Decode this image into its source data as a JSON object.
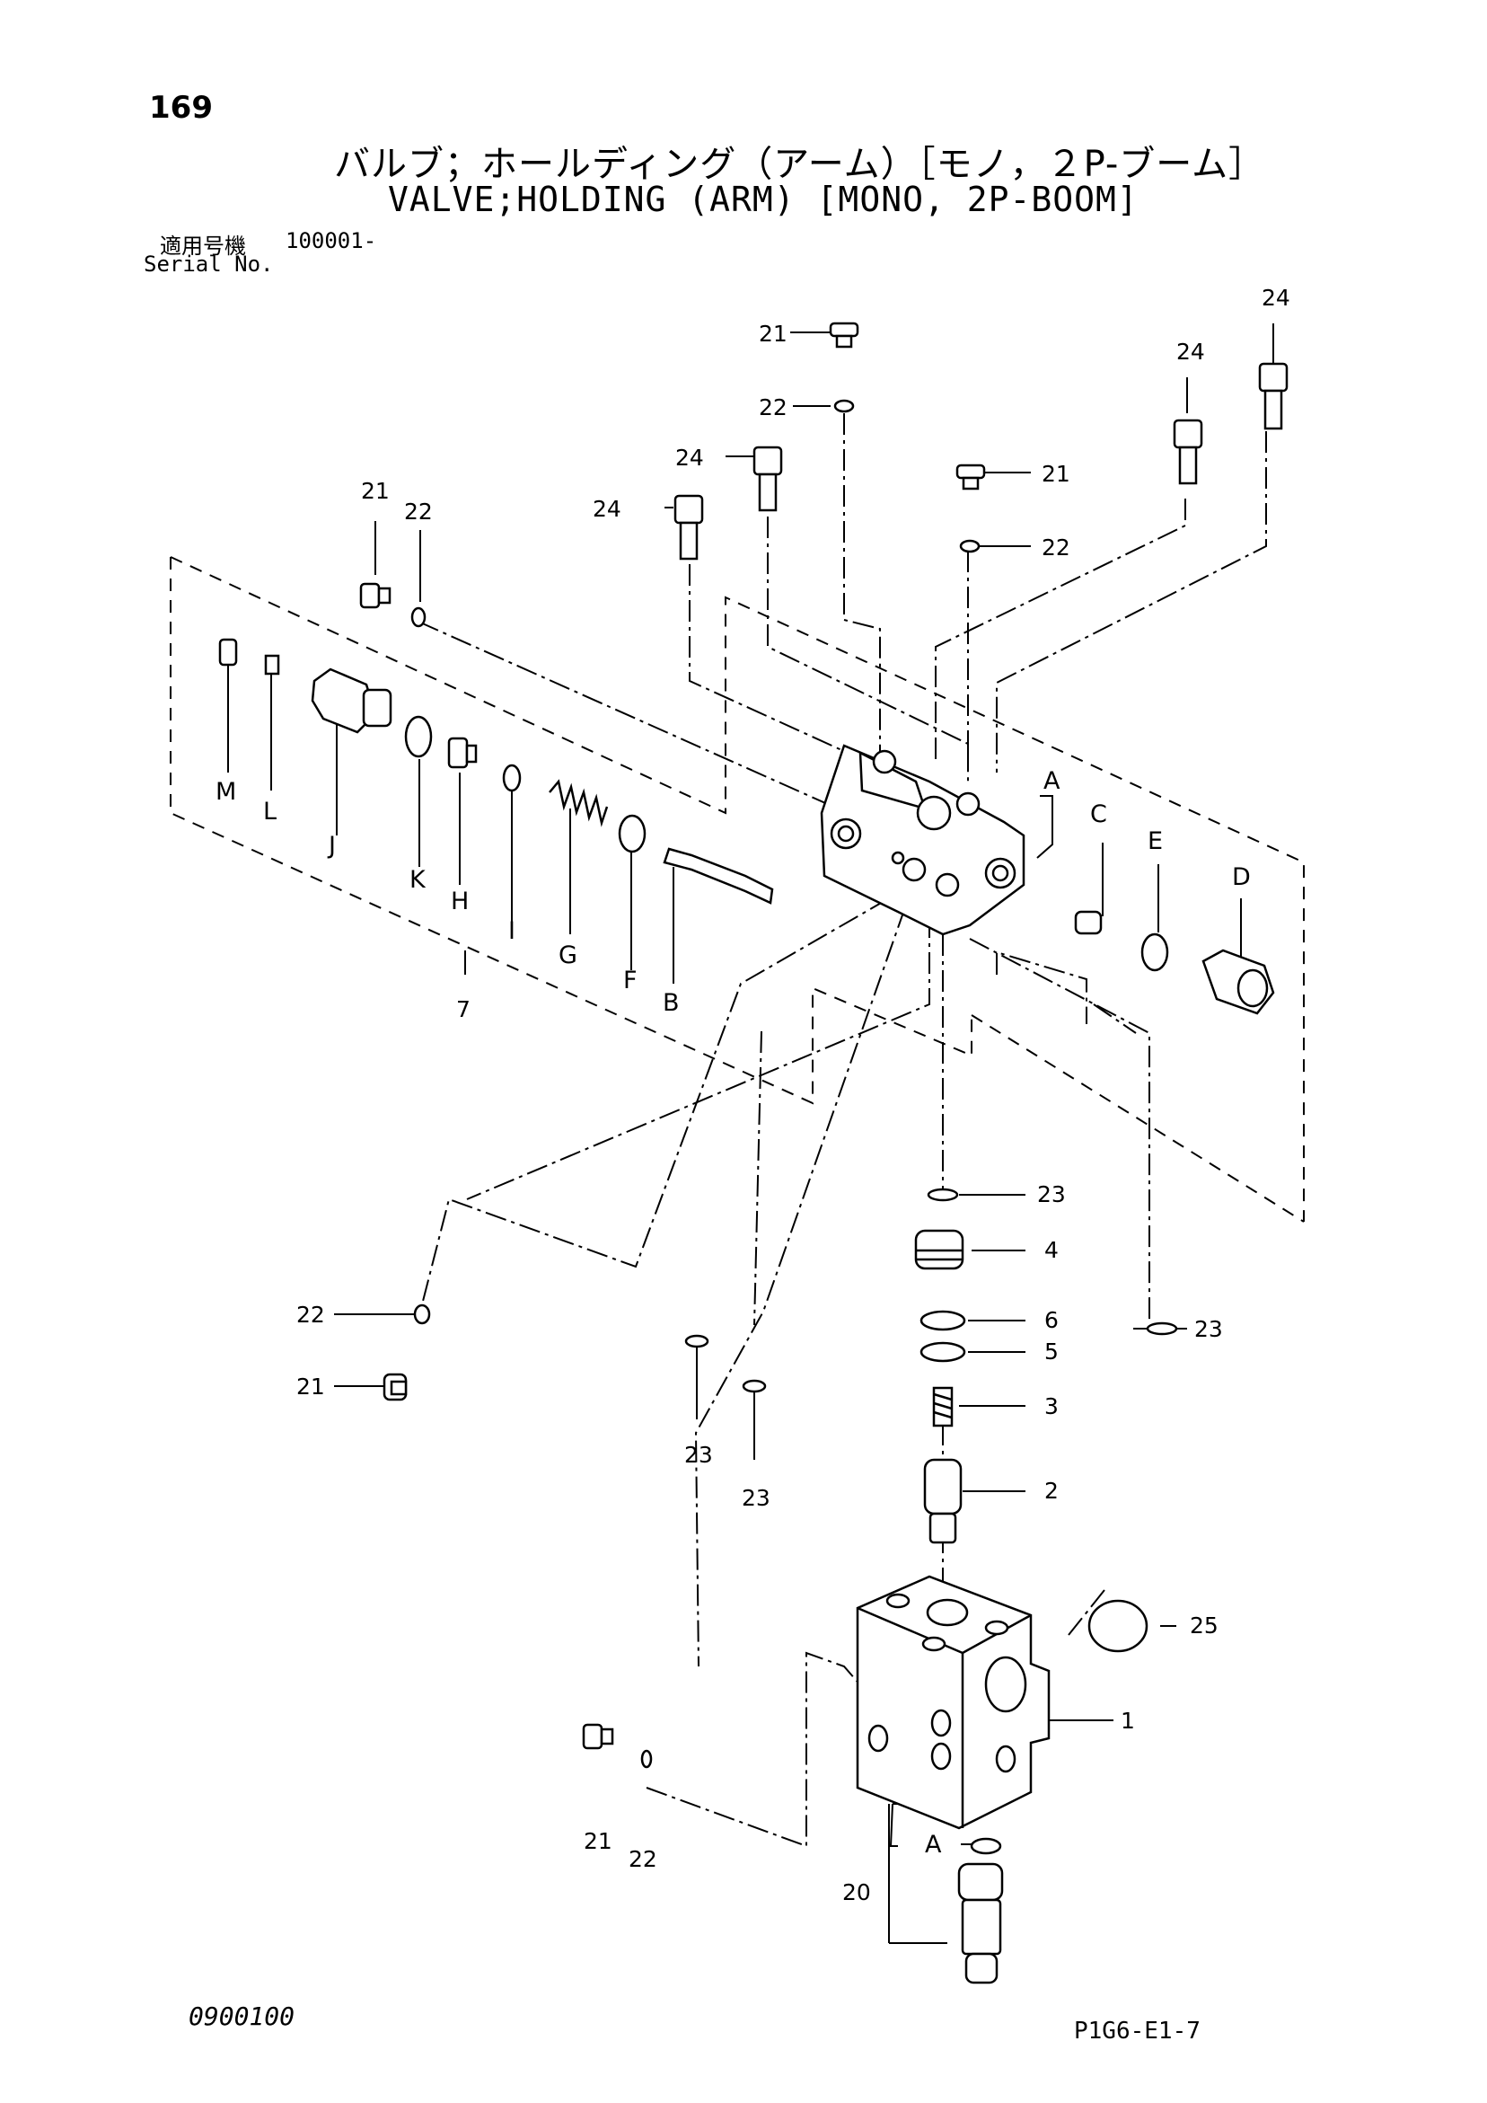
{
  "header": {
    "page_number": "169",
    "title_jp": "バルブ；ホールディング（アーム）［モノ，２P-ブーム］",
    "title_en": "VALVE;HOLDING (ARM) [MONO, 2P-BOOM]",
    "serial_label_jp": "適用号機",
    "serial_number": "100001-",
    "serial_label_en": "Serial No."
  },
  "footer": {
    "drawing_code": "0900100",
    "reference": "P1G6-E1-7"
  },
  "callouts": {
    "n1": "1",
    "n2": "2",
    "n3": "3",
    "n4": "4",
    "n5": "5",
    "n6": "6",
    "n7": "7",
    "n20": "20",
    "n21": "21",
    "n22": "22",
    "n23": "23",
    "n24": "24",
    "n25": "25",
    "A": "A",
    "B": "B",
    "C": "C",
    "D": "D",
    "E": "E",
    "F": "F",
    "G": "G",
    "H": "H",
    "I": "I",
    "J": "J",
    "K": "K",
    "L": "L",
    "M": "M"
  }
}
